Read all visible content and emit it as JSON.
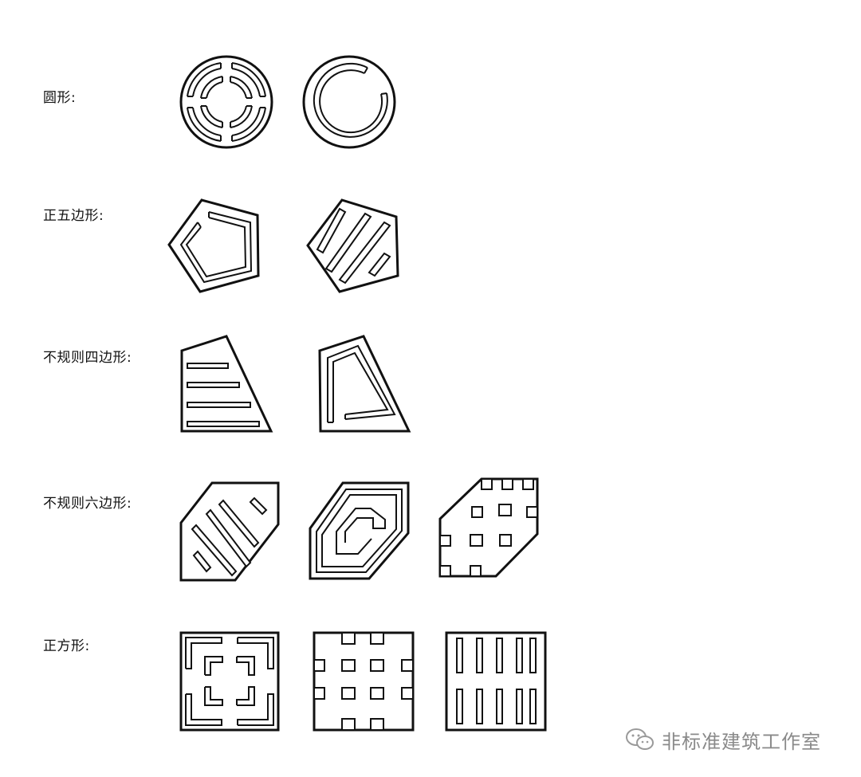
{
  "rows": [
    {
      "label": "圆形:"
    },
    {
      "label": "正五边形:"
    },
    {
      "label": "不规则四边形:"
    },
    {
      "label": "不规则六边形:"
    },
    {
      "label": "正方形:"
    }
  ],
  "watermark": {
    "text": "非标准建筑工作室",
    "icon": "wechat-icon"
  }
}
